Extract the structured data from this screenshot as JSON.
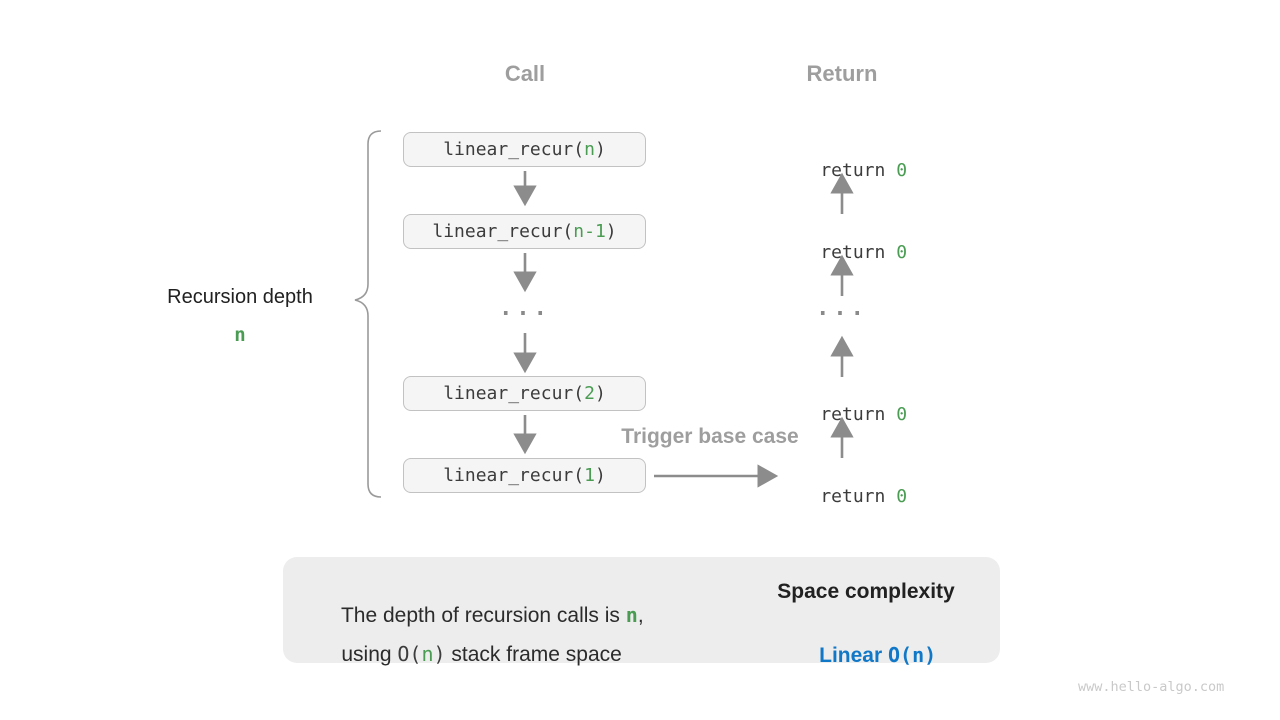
{
  "headers": {
    "call": "Call",
    "return": "Return"
  },
  "left_label": {
    "title": "Recursion depth",
    "depth": "n"
  },
  "call_stack": {
    "ellipsis": "...",
    "boxes": [
      {
        "pre": "linear_recur(",
        "arg": "n",
        "post": ")"
      },
      {
        "pre": "linear_recur(",
        "arg": "n-1",
        "post": ")"
      },
      {
        "pre": "linear_recur(",
        "arg": "2",
        "post": ")"
      },
      {
        "pre": "linear_recur(",
        "arg": "1",
        "post": ")"
      }
    ]
  },
  "return_column": {
    "ellipsis": "...",
    "items": [
      {
        "pre": "return ",
        "val": "0"
      },
      {
        "pre": "return ",
        "val": "0"
      },
      {
        "pre": "return ",
        "val": "0"
      },
      {
        "pre": "return ",
        "val": "0"
      }
    ]
  },
  "annotations": {
    "trigger_base_case": "Trigger base case"
  },
  "summary": {
    "line1_pre": "The depth of recursion calls is ",
    "line1_n": "n",
    "line1_post": ",",
    "line2_pre": "using ",
    "line2_o_open": "O(",
    "line2_n": "n",
    "line2_o_close": ")",
    "line2_post": " stack frame space",
    "right_title": "Space complexity",
    "right_word": "Linear ",
    "right_o_open": "O(",
    "right_n": "n",
    "right_o_close": ")"
  },
  "watermark": "www.hello-algo.com",
  "colors": {
    "green": "#4a9c53",
    "blue": "#1178c8",
    "gray_label": "#9e9e9e",
    "arrow_gray": "#8c8c8c",
    "box_bg": "#f5f5f5",
    "box_border": "#c2c2c2",
    "panel_bg": "#ededed",
    "text_dark": "#212121"
  }
}
